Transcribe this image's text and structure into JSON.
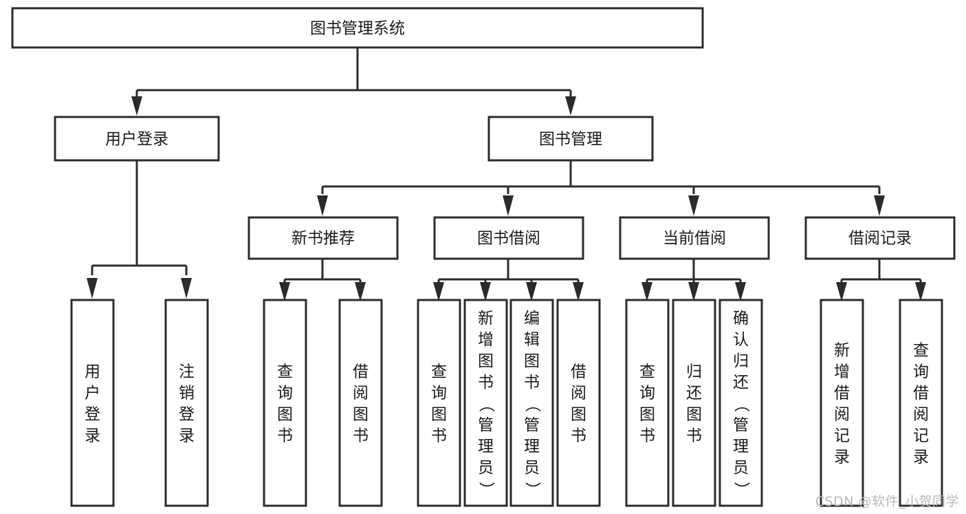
{
  "diagram": {
    "type": "tree",
    "title": "图书管理系统",
    "root": {
      "id": "root",
      "label": "图书管理系统"
    },
    "level2": [
      {
        "id": "user-login",
        "label": "用户登录"
      },
      {
        "id": "book-management",
        "label": "图书管理"
      }
    ],
    "level3": [
      {
        "id": "new-book-recommend",
        "label": "新书推荐",
        "parent": "book-management"
      },
      {
        "id": "book-borrow",
        "label": "图书借阅",
        "parent": "book-management"
      },
      {
        "id": "current-borrow",
        "label": "当前借阅",
        "parent": "book-management"
      },
      {
        "id": "borrow-record",
        "label": "借阅记录",
        "parent": "book-management"
      }
    ],
    "leaves": {
      "user-login": [
        {
          "id": "leaf-user-login",
          "label": "用户登录"
        },
        {
          "id": "leaf-user-logout",
          "label": "注销登录"
        }
      ],
      "new-book-recommend": [
        {
          "id": "leaf-query-book-1",
          "label": "查询图书"
        },
        {
          "id": "leaf-borrow-book-1",
          "label": "借阅图书"
        }
      ],
      "book-borrow": [
        {
          "id": "leaf-query-book-2",
          "label": "查询图书"
        },
        {
          "id": "leaf-add-book",
          "label": "新增图书（管理员）"
        },
        {
          "id": "leaf-edit-book",
          "label": "编辑图书（管理员）"
        },
        {
          "id": "leaf-borrow-book-2",
          "label": "借阅图书"
        }
      ],
      "current-borrow": [
        {
          "id": "leaf-query-book-3",
          "label": "查询图书"
        },
        {
          "id": "leaf-return-book",
          "label": "归还图书"
        },
        {
          "id": "leaf-confirm-return",
          "label": "确认归还（管理员）"
        }
      ],
      "borrow-record": [
        {
          "id": "leaf-add-record",
          "label": "新增借阅记录"
        },
        {
          "id": "leaf-query-record",
          "label": "查询借阅记录"
        }
      ]
    },
    "colors": {
      "box_stroke": "#2b2b2b",
      "box_fill": "#ffffff",
      "edge": "#2b2b2b",
      "text": "#1a1a1a",
      "background": "#ffffff",
      "watermark": "#b9b9b9"
    }
  },
  "watermark": {
    "text": "CSDN @软件_小贺同学"
  }
}
